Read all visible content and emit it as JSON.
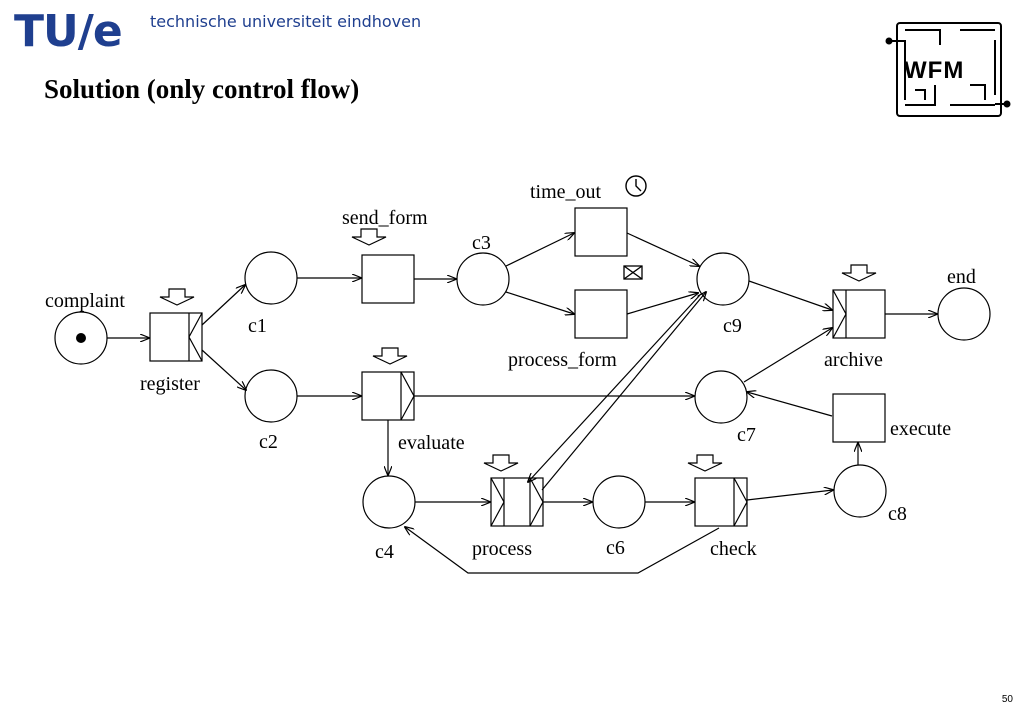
{
  "header": {
    "logo_text": "TU/e",
    "university": "technische universiteit eindhoven",
    "wfm_logo_text": "WFM",
    "title": "Solution (only control flow)"
  },
  "diagram": {
    "labels": {
      "complaint": "complaint",
      "register": "register",
      "c1": "c1",
      "c2": "c2",
      "c3": "c3",
      "c4": "c4",
      "c6": "c6",
      "c7": "c7",
      "c8": "c8",
      "c9": "c9",
      "send_form": "send_form",
      "time_out": "time_out",
      "process_form": "process_form",
      "evaluate": "evaluate",
      "process": "process",
      "check": "check",
      "archive": "archive",
      "execute": "execute",
      "end": "end"
    }
  },
  "footer": {
    "page_number": "50"
  }
}
